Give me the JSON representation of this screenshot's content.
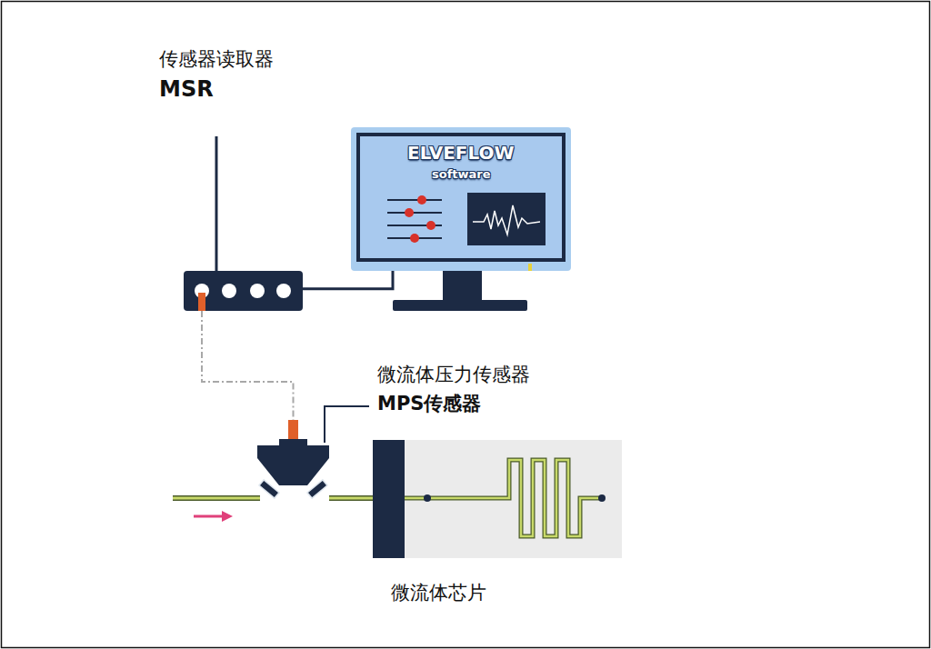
{
  "diagram": {
    "nodes": [
      {
        "text": [
          "传感器读取器",
          "MSR"
        ]
      },
      {
        "text": [
          "ELVEFLOW",
          "software"
        ]
      },
      {
        "text": [
          "微流体压力传感器",
          "MPS传感器"
        ]
      },
      {
        "text": [
          "微流体芯片"
        ]
      }
    ],
    "edges": [
      {
        "from": 0,
        "to": 1,
        "arrow": "none"
      },
      {
        "from": 0,
        "to": 2,
        "arrow": "none"
      },
      {
        "from": 2,
        "to": 3,
        "arrow": "none"
      }
    ]
  }
}
